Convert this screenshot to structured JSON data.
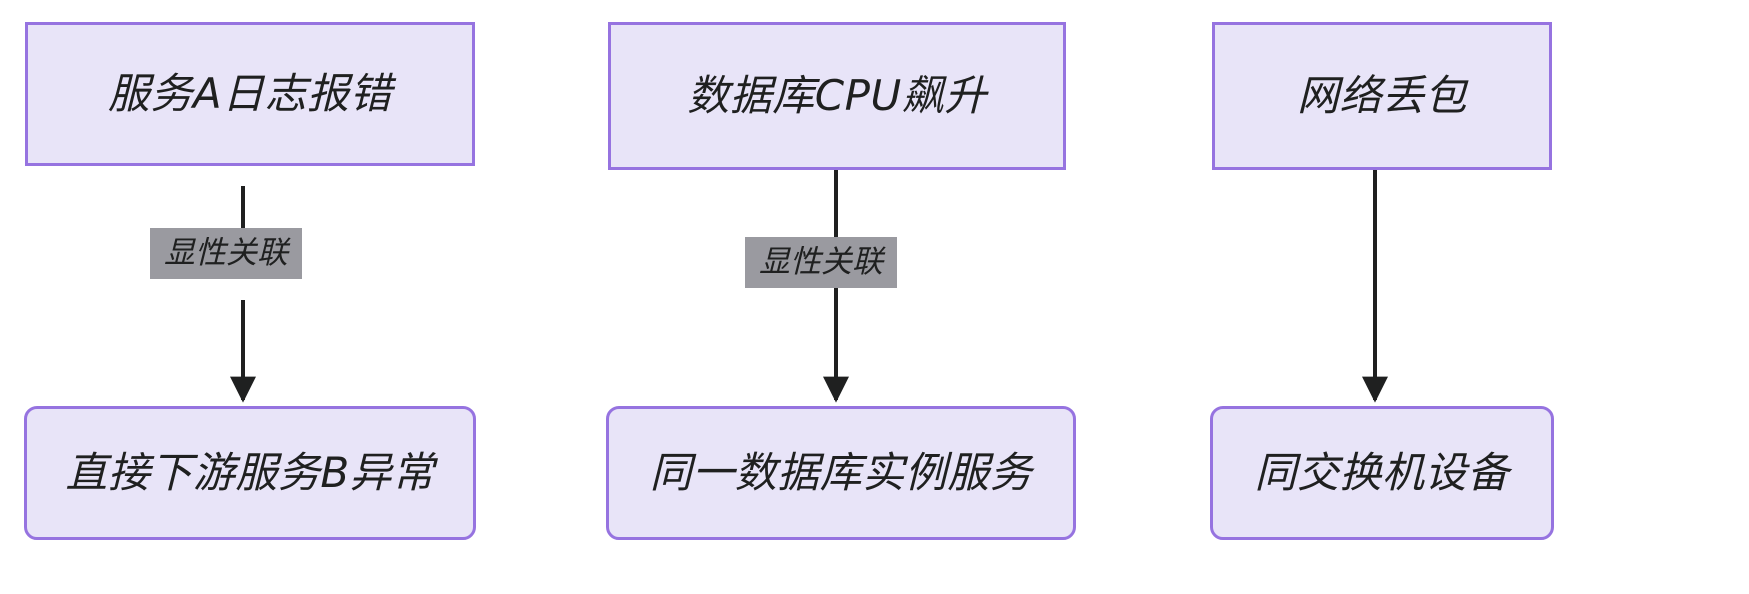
{
  "diagram": {
    "type": "flowchart",
    "direction": "top-to-bottom",
    "background_color": "#ffffff",
    "node_fill_color": "#e8e4f8",
    "node_border_color": "#9673e0",
    "edge_color": "#1f2020",
    "edge_label_background_color": "#9a9aa0",
    "text_color": "#1f2020",
    "flows": [
      {
        "id": "flow-service",
        "source": {
          "id": "node-service-log-error",
          "label": "服务A日志报错",
          "shape": "rectangle"
        },
        "edge": {
          "id": "edge-service",
          "label": "显性关联",
          "arrow": "arrow-down"
        },
        "target": {
          "id": "node-downstream-service-b-abnormal",
          "label": "直接下游服务B异常",
          "shape": "rounded-rectangle"
        }
      },
      {
        "id": "flow-database",
        "source": {
          "id": "node-database-cpu-spike",
          "label": "数据库CPU飙升",
          "shape": "rectangle"
        },
        "edge": {
          "id": "edge-database",
          "label": "显性关联",
          "arrow": "arrow-down"
        },
        "target": {
          "id": "node-same-database-instance-service",
          "label": "同一数据库实例服务",
          "shape": "rounded-rectangle"
        }
      },
      {
        "id": "flow-network",
        "source": {
          "id": "node-network-packet-loss",
          "label": "网络丢包",
          "shape": "rectangle"
        },
        "edge": {
          "id": "edge-network",
          "label": "",
          "arrow": "arrow-down"
        },
        "target": {
          "id": "node-same-switch-device",
          "label": "同交换机设备",
          "shape": "rounded-rectangle"
        }
      }
    ]
  }
}
